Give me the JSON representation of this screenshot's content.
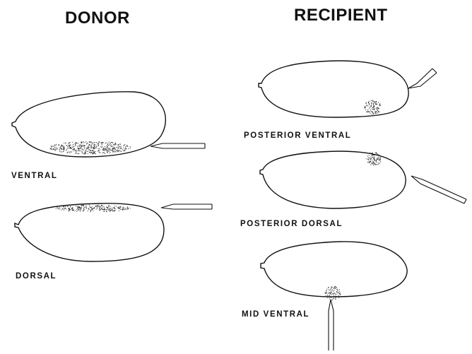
{
  "headings": {
    "donor": "DONOR",
    "recipient": "RECIPIENT"
  },
  "donor": {
    "ventral_label": "VENTRAL",
    "dorsal_label": "DORSAL"
  },
  "recipient": {
    "posterior_ventral_label": "POSTERIOR VENTRAL",
    "posterior_dorsal_label": "POSTERIOR DORSAL",
    "mid_ventral_label": "MID VENTRAL"
  },
  "colors": {
    "ink": "#111111",
    "background": "#ffffff"
  }
}
